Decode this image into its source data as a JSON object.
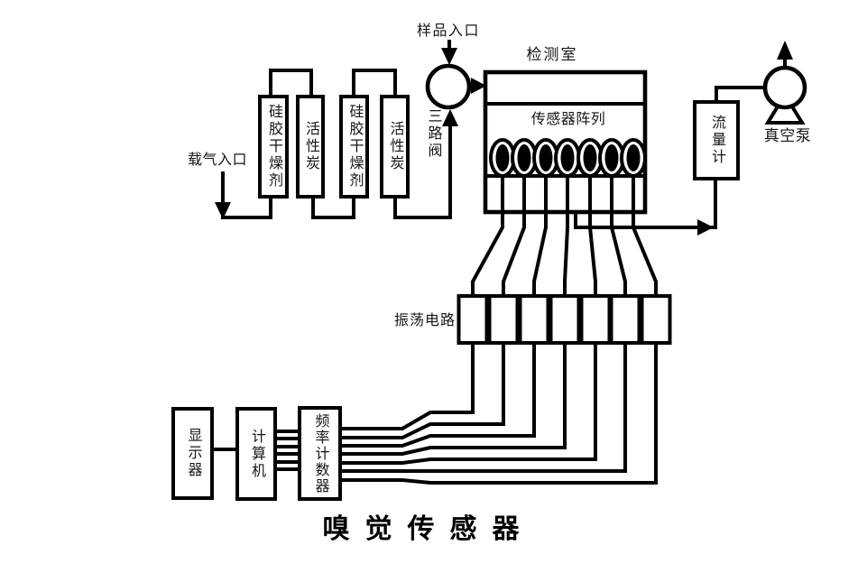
{
  "diagram": {
    "title": "嗅觉传感器",
    "labels": {
      "carrier_gas_inlet": "载气入口",
      "silica_gel_desiccant": "硅胶干燥剂",
      "activated_carbon": "活性炭",
      "sample_inlet": "样品入口",
      "three_way_valve": "三路阀",
      "detection_chamber": "检测室",
      "sensor_array": "传感器阵列",
      "flow_meter": "流量计",
      "vacuum_pump": "真空泵",
      "oscillation_circuit": "振荡电路",
      "display": "显示器",
      "computer": "计算机",
      "frequency_counter": "频率计数器"
    },
    "counts": {
      "sensors": 7,
      "oscillation_circuits": 7,
      "counter_channels": 7,
      "computer_bus_lines": 6,
      "purification_columns": 4
    },
    "colors": {
      "line": "#000000",
      "background": "#ffffff",
      "text": "#161616"
    }
  }
}
